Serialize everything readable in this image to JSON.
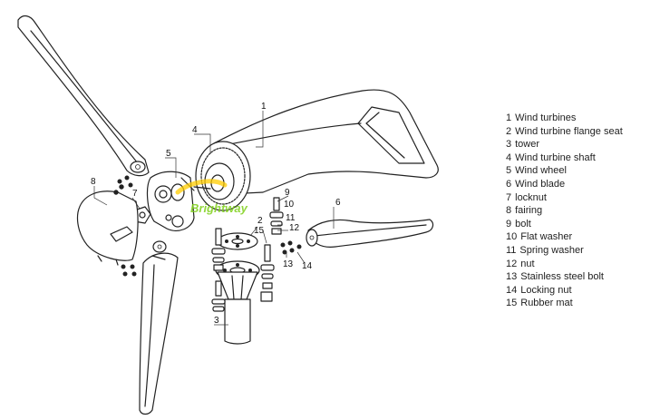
{
  "legend": [
    {
      "num": "1",
      "label": "Wind turbines"
    },
    {
      "num": "2",
      "label": "Wind turbine flange seat"
    },
    {
      "num": "3",
      "label": "tower"
    },
    {
      "num": "4",
      "label": "Wind turbine shaft"
    },
    {
      "num": "5",
      "label": "Wind wheel"
    },
    {
      "num": "6",
      "label": "Wind blade"
    },
    {
      "num": "7",
      "label": "locknut"
    },
    {
      "num": "8",
      "label": "fairing"
    },
    {
      "num": "9",
      "label": "bolt"
    },
    {
      "num": "10",
      "label": "Flat washer"
    },
    {
      "num": "11",
      "label": "Spring washer"
    },
    {
      "num": "12",
      "label": "nut"
    },
    {
      "num": "13",
      "label": "Stainless steel bolt"
    },
    {
      "num": "14",
      "label": "Locking nut"
    },
    {
      "num": "15",
      "label": "Rubber mat"
    }
  ],
  "callouts": {
    "c1": "1",
    "c2": "2",
    "c3": "3",
    "c4": "4",
    "c5": "5",
    "c6": "6",
    "c7": "7",
    "c8": "8",
    "c9": "9",
    "c10": "10",
    "c11": "11",
    "c12": "12",
    "c13": "13",
    "c14": "14",
    "c15": "15"
  },
  "watermark": "Brightway"
}
